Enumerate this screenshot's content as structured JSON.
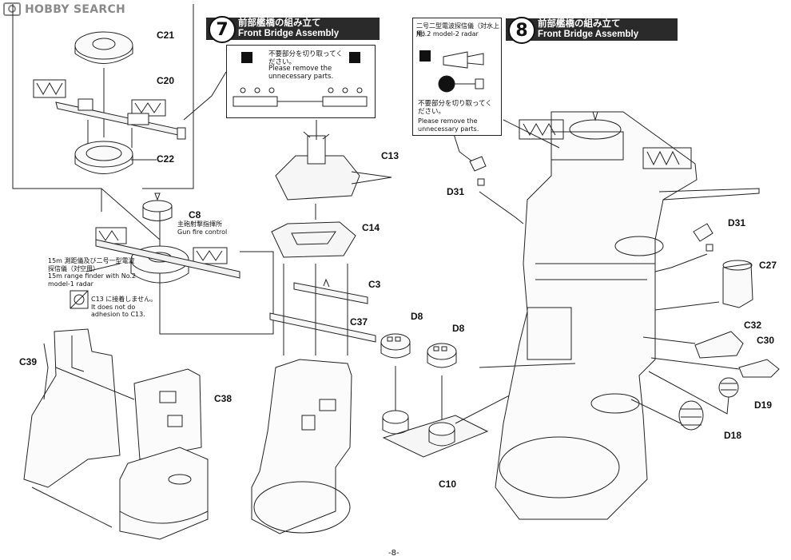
{
  "watermark": {
    "text": "HOBBY SEARCH"
  },
  "page_number": "-8-",
  "step7": {
    "number": "7",
    "title_ja": "前部艦橋の組み立て",
    "title_en": "Front Bridge Assembly",
    "callout_ja": "不要部分を切り取ってください。",
    "callout_en": "Please remove the unnecessary parts.",
    "fire_control_ja": "主砲射撃指揮所",
    "fire_control_en": "Gun fire control",
    "rangefinder_ja": "15m 測距儀及び二号一型電波探信儀（対空用）",
    "rangefinder_en": "15m range finder with No.2 model-1 radar",
    "no_glue_ja": "C13 に接着しません。",
    "no_glue_en": "It does not do adhesion to C13."
  },
  "step8": {
    "number": "8",
    "title_ja": "前部艦橋の組み立て",
    "title_en": "Front Bridge Assembly",
    "radar_ja": "二号二型電波探信儀（対水上用）",
    "radar_en": "No.2 model-2 radar",
    "callout_ja": "不要部分を切り取ってください。",
    "callout_en": "Please remove the unnecessary parts."
  },
  "parts": {
    "c21": "C21",
    "c20": "C20",
    "c22": "C22",
    "c8": "C8",
    "c39": "C39",
    "c38": "C38",
    "c13": "C13",
    "c14": "C14",
    "c3": "C3",
    "c37": "C37",
    "d8a": "D8",
    "d8b": "D8",
    "c10": "C10",
    "d31a": "D31",
    "d31b": "D31",
    "c27": "C27",
    "c32": "C32",
    "c30": "C30",
    "d19": "D19",
    "d18": "D18"
  }
}
